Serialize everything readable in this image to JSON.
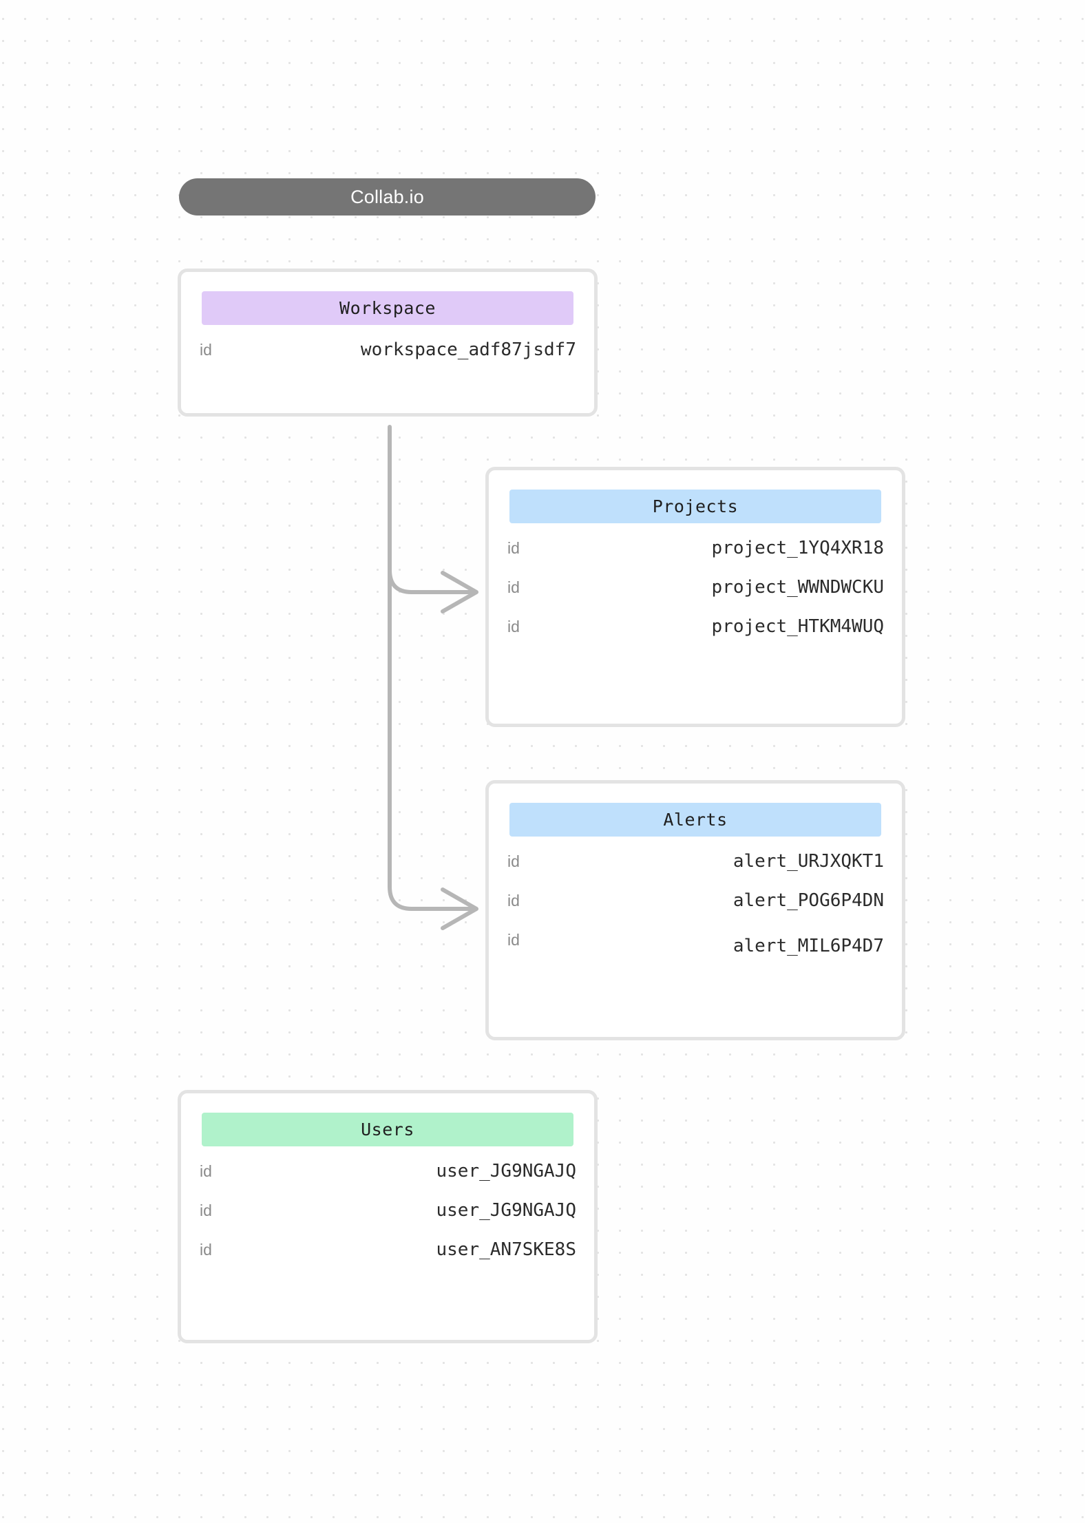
{
  "diagram": {
    "title": "Collab.io",
    "background": "#fefefe",
    "grid_color": "#e3e3e3",
    "connector_color": "#b6b6b6"
  },
  "nodes": {
    "workspace": {
      "title": "Workspace",
      "header_color": "#e0caf8",
      "rows": [
        {
          "key": "id",
          "value": "workspace_adf87jsdf7"
        }
      ]
    },
    "projects": {
      "title": "Projects",
      "header_color": "#bfe0fc",
      "rows": [
        {
          "key": "id",
          "value": "project_1YQ4XR18"
        },
        {
          "key": "id",
          "value": "project_WWNDWCKU"
        },
        {
          "key": "id",
          "value": "project_HTKM4WUQ"
        }
      ]
    },
    "alerts": {
      "title": "Alerts",
      "header_color": "#bfe0fc",
      "rows": [
        {
          "key": "id",
          "value": "alert_URJXQKT1"
        },
        {
          "key": "id",
          "value": "alert_POG6P4DN"
        },
        {
          "key": "id",
          "value": "alert_MIL6P4D7"
        }
      ]
    },
    "users": {
      "title": "Users",
      "header_color": "#b0f2cb",
      "rows": [
        {
          "key": "id",
          "value": "user_JG9NGAJQ"
        },
        {
          "key": "id",
          "value": "user_JG9NGAJQ"
        },
        {
          "key": "id",
          "value": "user_AN7SKE8S"
        }
      ]
    }
  },
  "edges": [
    {
      "from": "workspace",
      "to": "projects"
    },
    {
      "from": "workspace",
      "to": "alerts"
    }
  ]
}
